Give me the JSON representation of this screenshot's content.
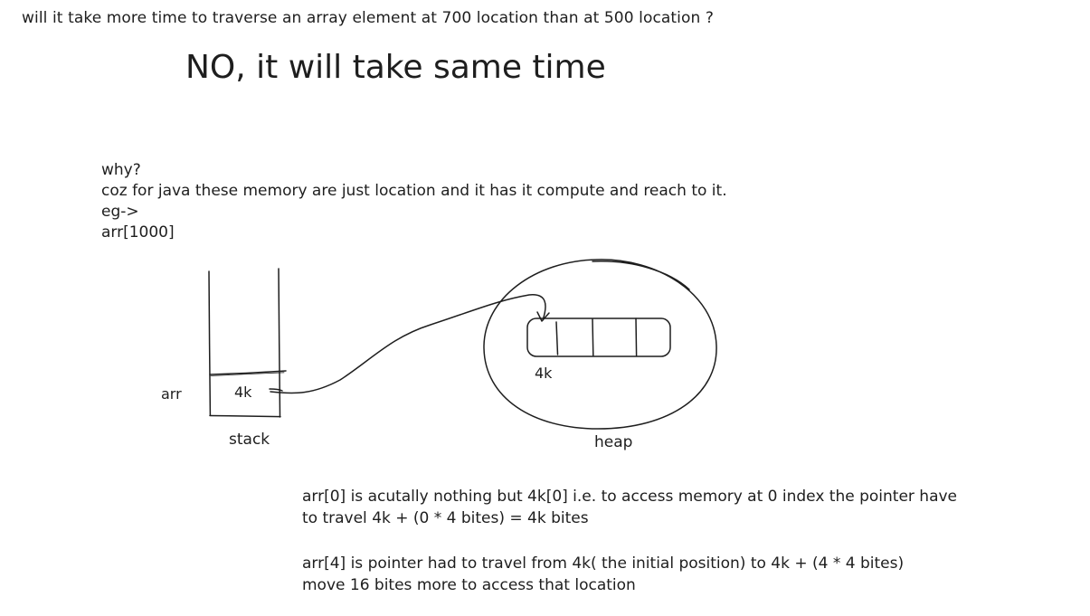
{
  "question": "will it take more time to traverse an array element at 700 location than at 500 location ?",
  "answer": "NO, it will take same time",
  "explanation": {
    "why": "why?",
    "reason": "coz for java these memory are just location and it has it compute and reach to it.",
    "eg": "eg->",
    "example": "arr[1000]"
  },
  "stack": {
    "variable_label": "arr",
    "value": "4k",
    "label": "stack"
  },
  "heap": {
    "address_label": "4k",
    "label": "heap",
    "array_cells": 4
  },
  "notes": {
    "note1_line1": "arr[0] is acutally nothing but 4k[0] i.e. to access memory at 0 index the pointer have",
    "note1_line2": "to travel 4k + (0 * 4 bites) = 4k bites",
    "note2_line1": "arr[4] is pointer had to travel from 4k( the initial position) to 4k + (4 * 4 bites)",
    "note2_line2": "move 16 bites more to access that location"
  },
  "colors": {
    "ink": "#1e1e1e",
    "background": "#ffffff"
  }
}
